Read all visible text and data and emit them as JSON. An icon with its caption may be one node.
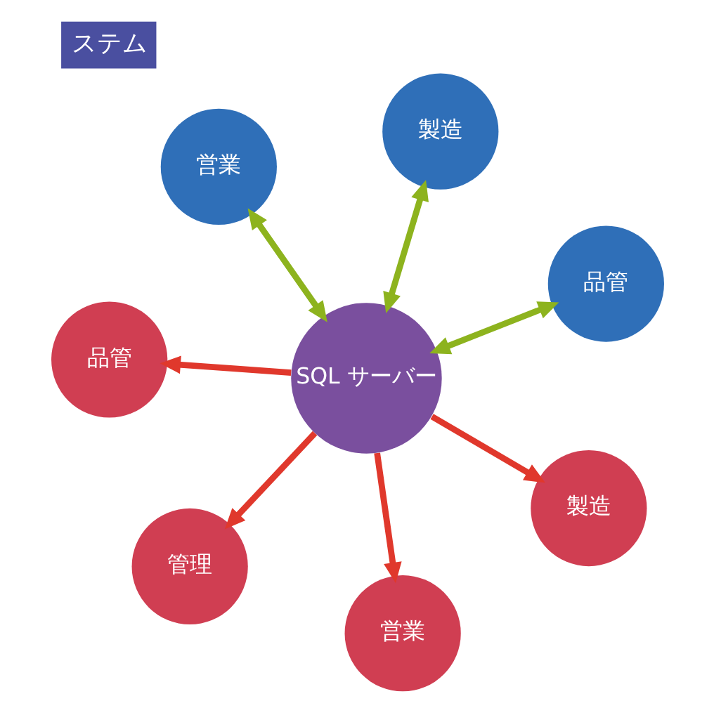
{
  "diagram": {
    "title": "ステム",
    "nodes": [
      {
        "text": [
          "営業"
        ]
      },
      {
        "text": [
          "品管"
        ]
      },
      {
        "text": [
          "営業"
        ]
      },
      {
        "text": [
          "SQL サーバー"
        ]
      },
      {
        "text": [
          "製造"
        ]
      },
      {
        "text": [
          "品管"
        ]
      },
      {
        "text": [
          "管理"
        ]
      },
      {
        "text": [
          "製造"
        ]
      }
    ],
    "edges": [
      {
        "from": 3,
        "to": 0,
        "arrow": "both",
        "color": "#8db31e"
      },
      {
        "from": 3,
        "to": 1,
        "arrow": "both",
        "color": "#8db31e"
      },
      {
        "from": 3,
        "to": 2,
        "arrow": "to",
        "color": "#e0382c"
      },
      {
        "from": 3,
        "to": 4,
        "arrow": "both",
        "color": "#8db31e"
      },
      {
        "from": 3,
        "to": 5,
        "arrow": "to",
        "color": "#e0382c"
      },
      {
        "from": 3,
        "to": 6,
        "arrow": "to",
        "color": "#e0382c"
      },
      {
        "from": 3,
        "to": 7,
        "arrow": "to",
        "color": "#e0382c"
      }
    ]
  }
}
